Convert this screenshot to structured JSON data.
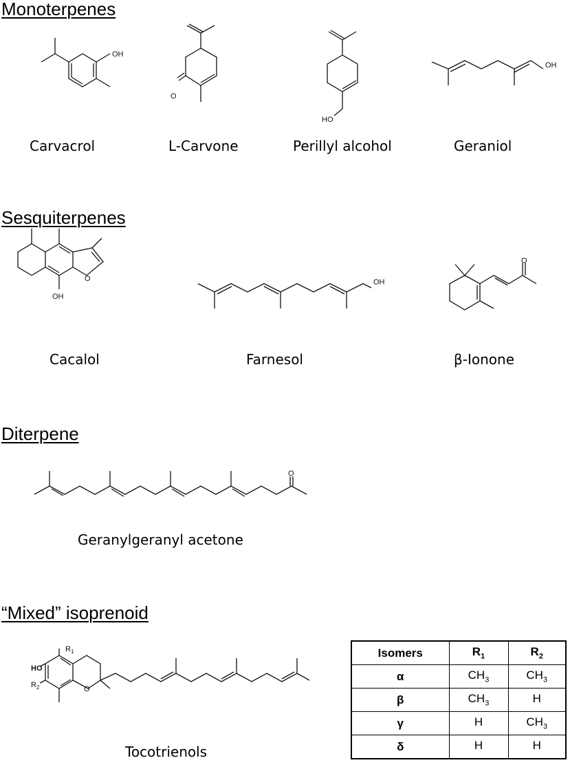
{
  "sections": {
    "mono": {
      "title": "Monoterpenes"
    },
    "sesqui": {
      "title": "Sesquiterpenes"
    },
    "di": {
      "title": "Diterpene"
    },
    "mixed": {
      "title": "“Mixed” isoprenoid"
    }
  },
  "compounds": {
    "carvacrol": "Carvacrol",
    "lcarvone": "L-Carvone",
    "perillyl": "Perillyl alcohol",
    "geraniol": "Geraniol",
    "cacalol": "Cacalol",
    "farnesol": "Farnesol",
    "ionone": "β-Ionone",
    "gga": "Geranylgeranyl acetone",
    "toco": "Tocotrienols"
  },
  "atom_labels": {
    "oh": "OH",
    "ho": "HO",
    "o": "O",
    "r1": "R",
    "r2": "R",
    "sub1": "1",
    "sub2": "2"
  },
  "table": {
    "headers": {
      "isomers": "Isomers",
      "r": "R",
      "r1_sub": "1",
      "r2_sub": "2"
    },
    "rows": [
      {
        "isomer": "α",
        "r1": "CH",
        "r1_sub": "3",
        "r2": "CH",
        "r2_sub": "3"
      },
      {
        "isomer": "β",
        "r1": "CH",
        "r1_sub": "3",
        "r2": "H",
        "r2_sub": ""
      },
      {
        "isomer": "γ",
        "r1": "H",
        "r1_sub": "",
        "r2": "CH",
        "r2_sub": "3"
      },
      {
        "isomer": "δ",
        "r1": "H",
        "r1_sub": "",
        "r2": "H",
        "r2_sub": ""
      }
    ]
  }
}
